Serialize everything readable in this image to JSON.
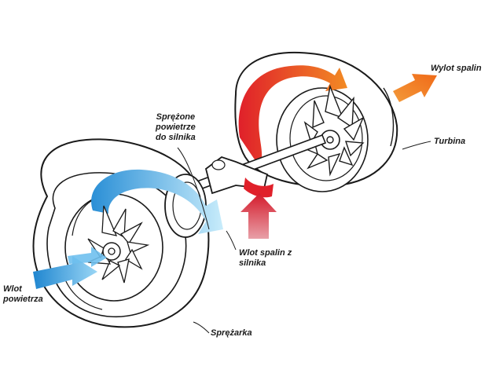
{
  "labels": {
    "exhaust_out": "Wylot spalin",
    "turbine": "Turbina",
    "compressed_air": "Sprężone\npowietrze\ndo silnika",
    "exhaust_in": "Wlot spalin z\nsilnika",
    "air_in": "Wlot\npowietrza",
    "compressor": "Sprężarka"
  },
  "colors": {
    "cold_air": "#2a8fd6",
    "cold_air_light": "#a8dcf7",
    "hot_exhaust": "#e0202a",
    "exhaust_orange": "#f07820",
    "outline": "#1a1a1a"
  }
}
